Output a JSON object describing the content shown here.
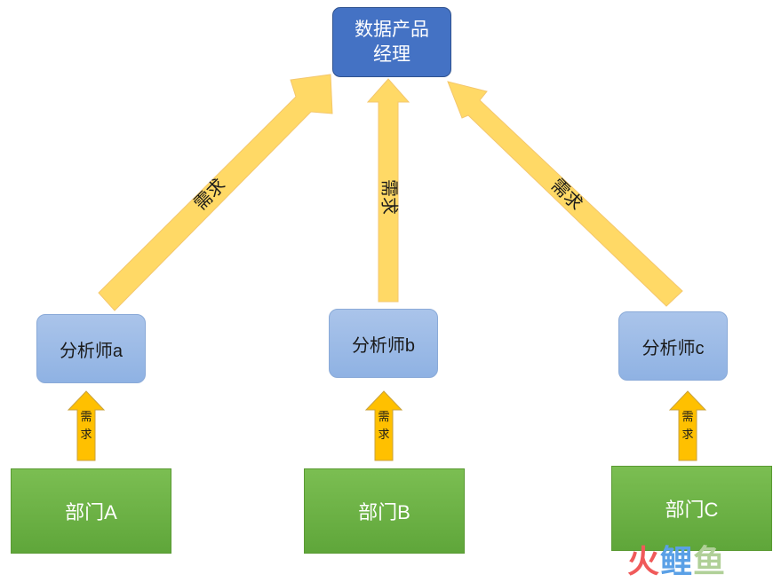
{
  "top_node": {
    "line1": "数据产品",
    "line2": "经理"
  },
  "analysts": [
    {
      "label": "分析师a"
    },
    {
      "label": "分析师b"
    },
    {
      "label": "分析师c"
    }
  ],
  "departments": [
    {
      "label": "部门A"
    },
    {
      "label": "部门B"
    },
    {
      "label": "部门C"
    }
  ],
  "big_arrows": [
    {
      "label": "需求"
    },
    {
      "label": "需求"
    },
    {
      "label": "需求"
    }
  ],
  "small_arrows": [
    {
      "label": "需求"
    },
    {
      "label": "需求"
    },
    {
      "label": "需求"
    }
  ],
  "watermark": {
    "part1": "火",
    "part2": "鲤",
    "part3": "鱼"
  },
  "colors": {
    "arrow_fill": "#ffd966",
    "small_arrow_fill": "#ffc000",
    "top_box": "#4472c4",
    "analyst_box": "#9dbbe7",
    "dept_box": "#70ad47"
  }
}
